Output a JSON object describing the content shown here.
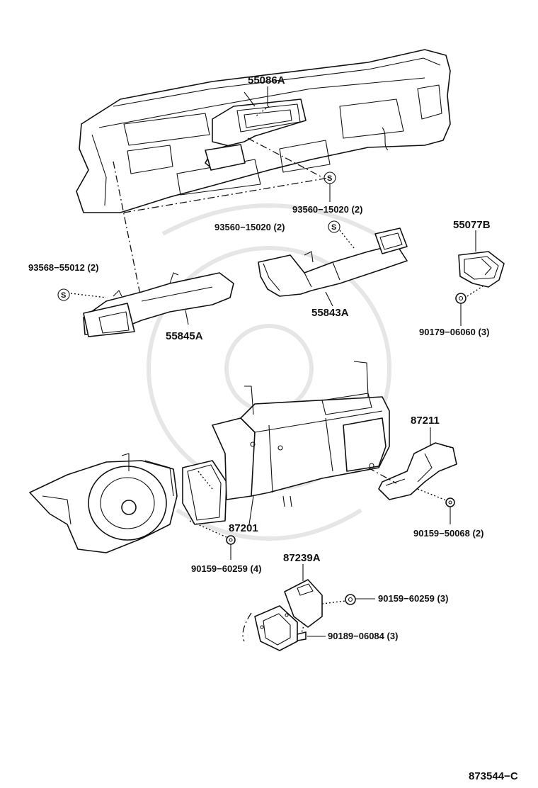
{
  "diagram": {
    "labels": {
      "p55086A": "55086A",
      "p93560_a": "93560−15020 (2)",
      "p93560_b": "93560−15020 (2)",
      "p55077B": "55077B",
      "p93568": "93568−55012 (2)",
      "p55845A": "55845A",
      "p55843A": "55843A",
      "p90179": "90179−06060 (3)",
      "p87211": "87211",
      "p87201": "87201",
      "p90159_50068": "90159−50068 (2)",
      "p90159_60259_4": "90159−60259 (4)",
      "p87239A": "87239A",
      "p90159_60259_3": "90159−60259 (3)",
      "p90189": "90189−06084 (3)",
      "drawing_no": "873544−C"
    },
    "clip_symbol": "S",
    "colors": {
      "line": "#111111",
      "background": "#ffffff",
      "watermark": "#e6e6e6"
    }
  }
}
